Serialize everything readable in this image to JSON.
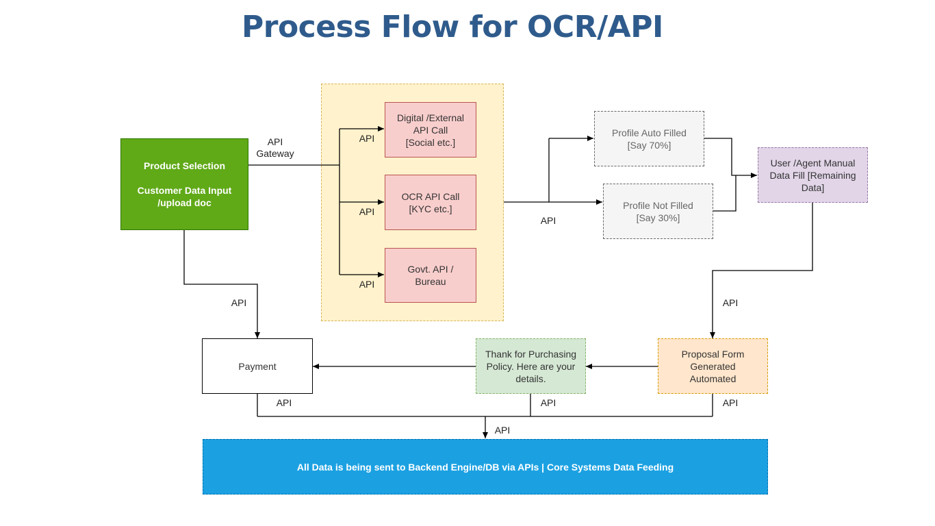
{
  "title": "Process Flow for OCR/API",
  "nodes": {
    "product": {
      "line1": "Product Selection",
      "line2": "Customer Data Input\n/upload doc",
      "color": "#60a917"
    },
    "digital": {
      "text": "Digital /External\nAPI Call\n[Social etc.]",
      "color": "#f8cecc"
    },
    "ocr": {
      "text": "OCR API Call\n[KYC etc.]",
      "color": "#f8cecc"
    },
    "govt": {
      "text": "Govt. API /\nBureau",
      "color": "#f8cecc"
    },
    "profile_auto": {
      "text": "Profile Auto Filled\n[Say 70%]"
    },
    "profile_not": {
      "text": "Profile Not Filled\n[Say 30%]"
    },
    "manual": {
      "text": "User /Agent Manual\nData Fill [Remaining\nData]",
      "color": "#e1d5e7"
    },
    "proposal": {
      "text": "Proposal Form\nGenerated\nAutomated",
      "color": "#ffe6cc"
    },
    "thank": {
      "text": "Thank for Purchasing\nPolicy. Here are your\ndetails.",
      "color": "#d5e8d4"
    },
    "payment": {
      "text": "Payment"
    },
    "backend": {
      "text": "All Data is being sent to Backend Engine/DB via APIs | Core Systems Data Feeding",
      "color": "#1ba1e2"
    },
    "group_color": "#fff2cc"
  },
  "labels": {
    "gateway": "API\nGateway",
    "api": "API"
  }
}
